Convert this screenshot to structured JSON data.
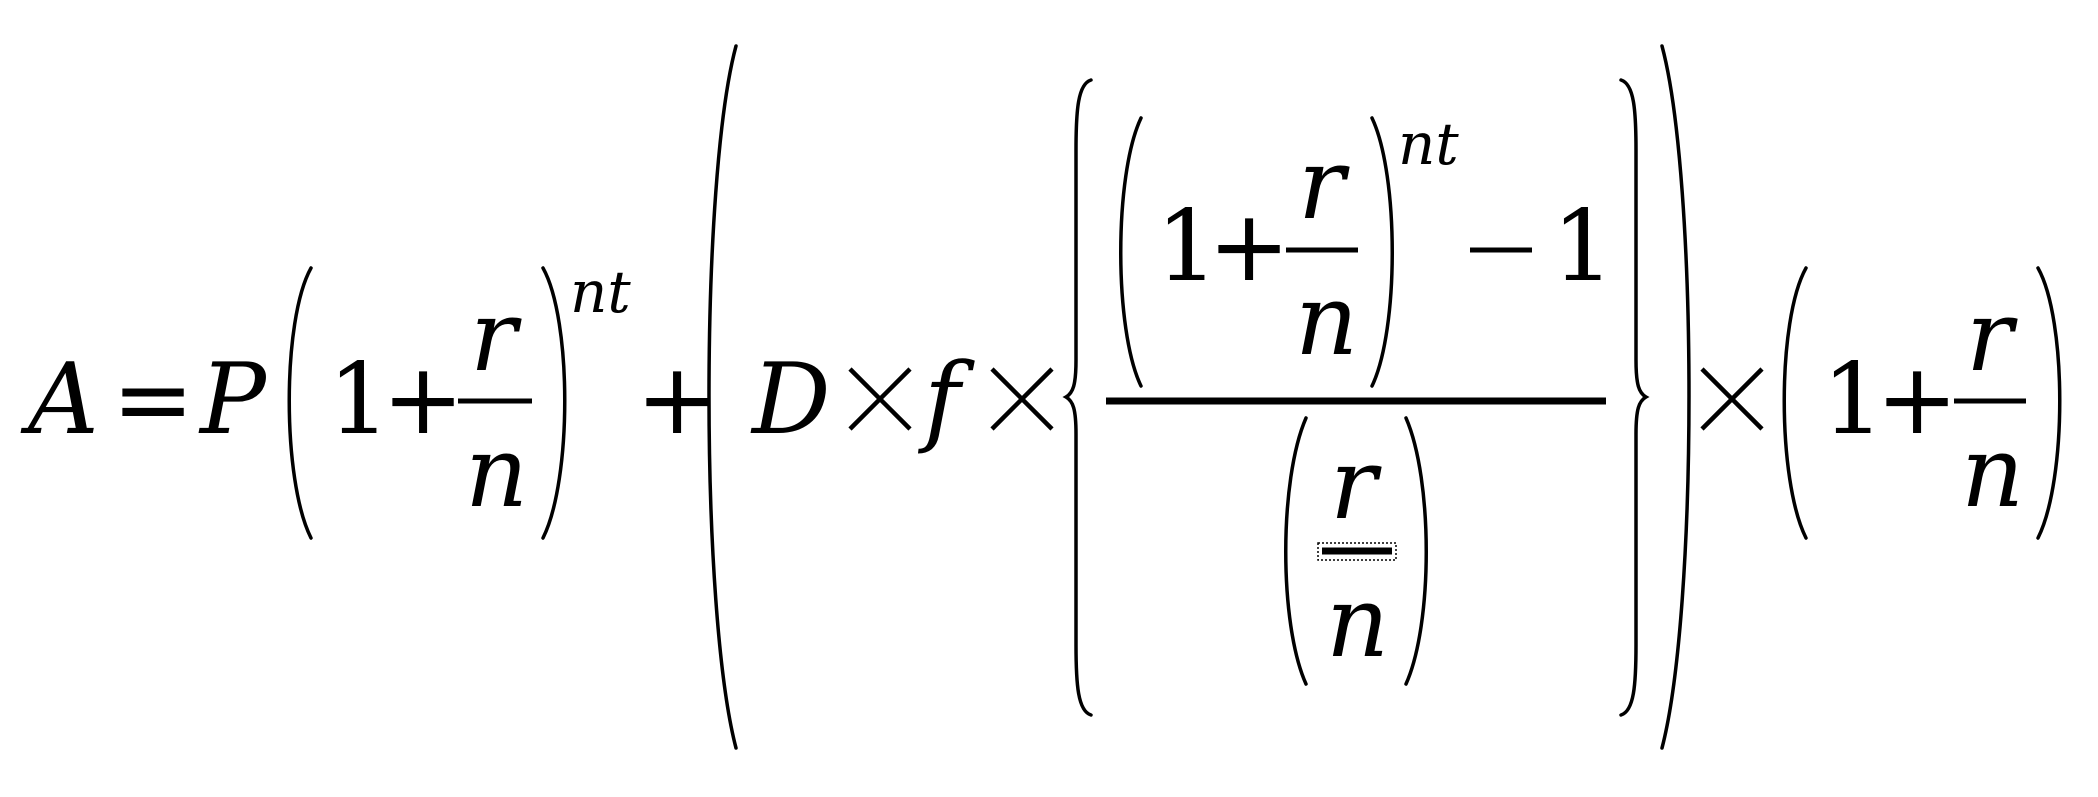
{
  "equation": {
    "lhs": "A",
    "equals": "=",
    "principal": "P",
    "term1": {
      "one": "1",
      "plus": "+",
      "numerator": "r",
      "denominator": "n",
      "exponent": "nt"
    },
    "plus_main": "+",
    "deposit": "D",
    "frequency": "f",
    "inner_fraction": {
      "numerator": {
        "one": "1",
        "plus": "+",
        "numerator": "r",
        "denominator": "n",
        "exponent": "nt",
        "minus": "−",
        "minus_one": "1"
      },
      "denominator": {
        "numerator": "r",
        "denominator": "n"
      }
    },
    "term_last": {
      "one": "1",
      "plus": "+",
      "numerator": "r",
      "denominator": "n"
    }
  }
}
